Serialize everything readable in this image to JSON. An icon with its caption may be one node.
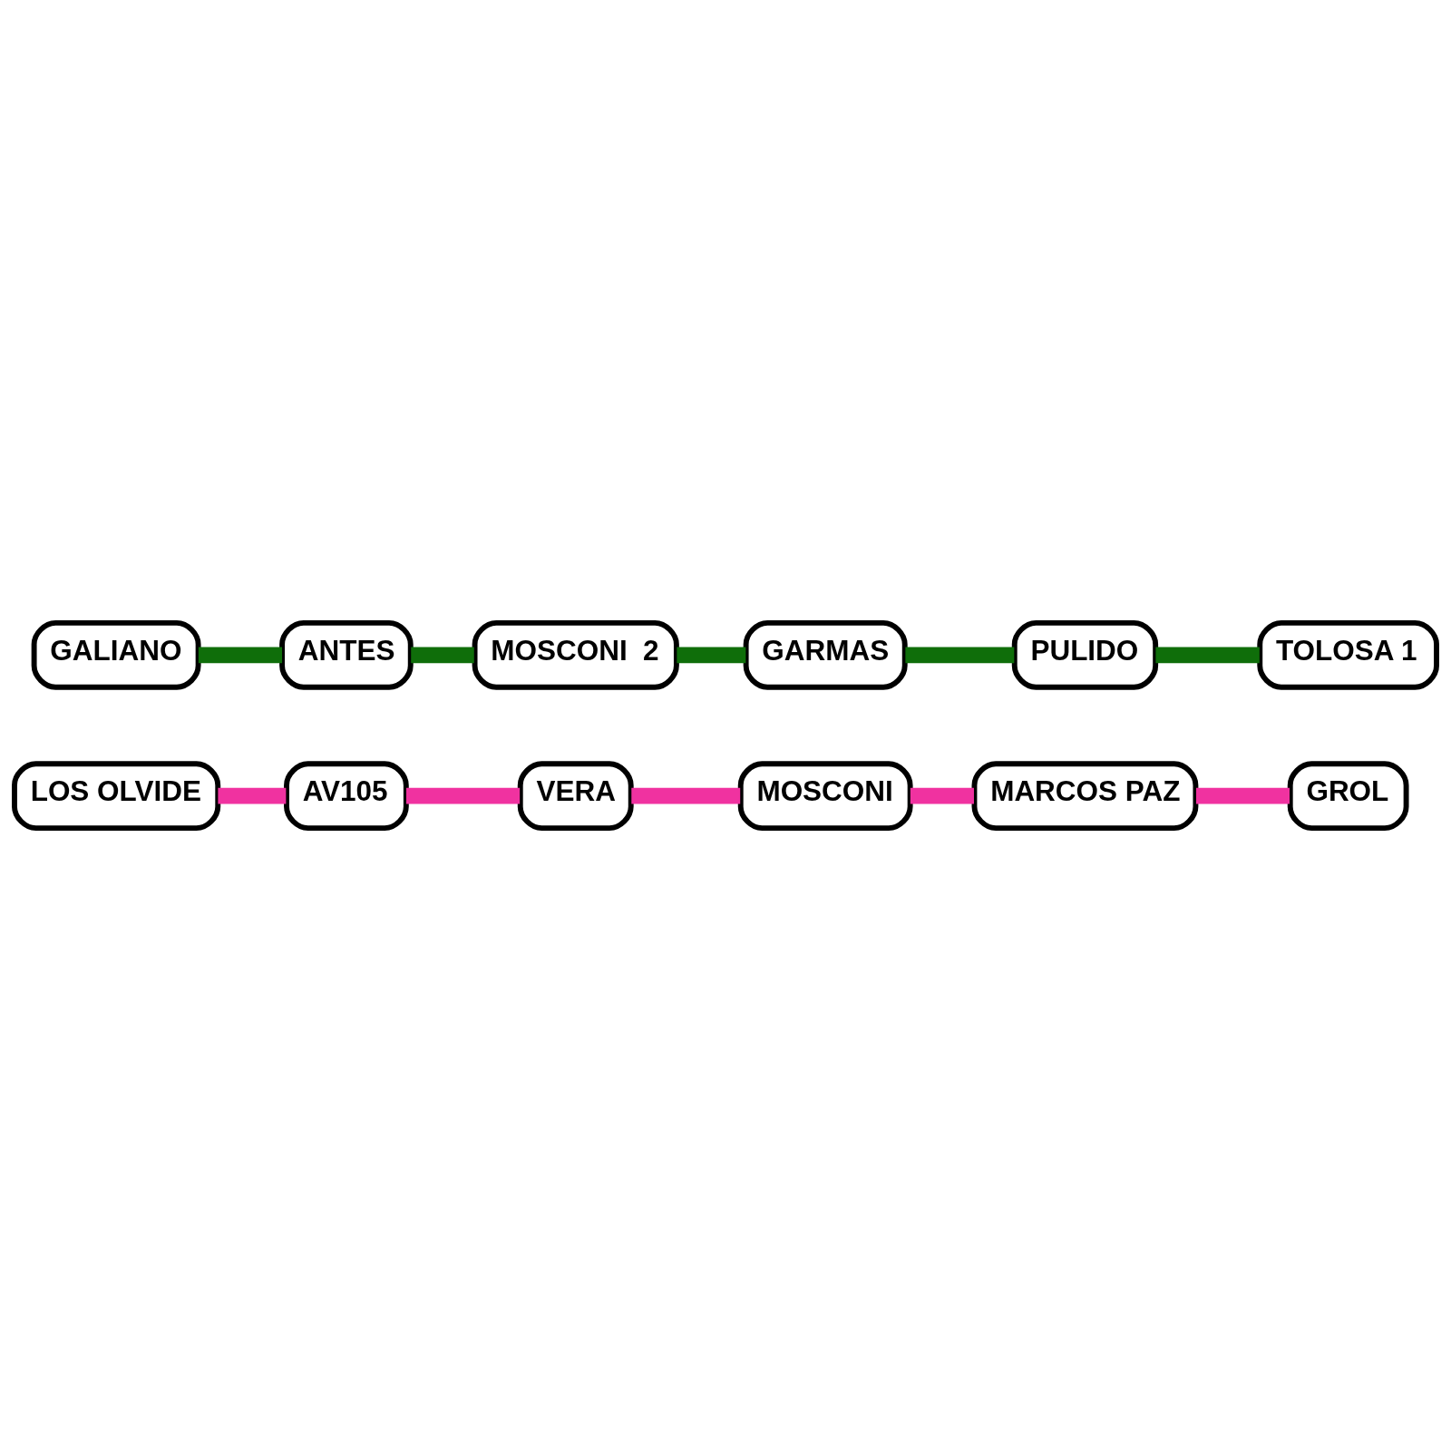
{
  "diagram": {
    "nodes": [
      {
        "text": [
          "LOS OLVIDE"
        ]
      },
      {
        "text": [
          "AV105"
        ]
      },
      {
        "text": [
          "VERA"
        ]
      },
      {
        "text": [
          "MOSCONI"
        ]
      },
      {
        "text": [
          "MARCOS PAZ"
        ]
      },
      {
        "text": [
          "GALIANO"
        ]
      },
      {
        "text": [
          "ANTES"
        ]
      },
      {
        "text": [
          "MOSCONI  2"
        ]
      },
      {
        "text": [
          "GARMAS"
        ]
      },
      {
        "text": [
          "PULIDO"
        ]
      },
      {
        "text": [
          "GROL"
        ]
      },
      {
        "text": [
          "TOLOSA 1"
        ]
      }
    ],
    "edges": [
      {
        "from": 0,
        "to": 1,
        "arrow": "none",
        "color": "#f032a0"
      },
      {
        "from": 1,
        "to": 2,
        "arrow": "none",
        "color": "#f032a0"
      },
      {
        "from": 2,
        "to": 3,
        "arrow": "none",
        "color": "#f032a0"
      },
      {
        "from": 3,
        "to": 4,
        "arrow": "none",
        "color": "#f032a0"
      },
      {
        "from": 4,
        "to": 10,
        "arrow": "none",
        "color": "#f032a0"
      },
      {
        "from": 5,
        "to": 6,
        "arrow": "none",
        "color": "#0f6e0a"
      },
      {
        "from": 6,
        "to": 7,
        "arrow": "none",
        "color": "#0f6e0a"
      },
      {
        "from": 7,
        "to": 8,
        "arrow": "none",
        "color": "#0f6e0a"
      },
      {
        "from": 8,
        "to": 9,
        "arrow": "none",
        "color": "#0f6e0a"
      },
      {
        "from": 9,
        "to": 11,
        "arrow": "none",
        "color": "#0f6e0a"
      }
    ]
  }
}
